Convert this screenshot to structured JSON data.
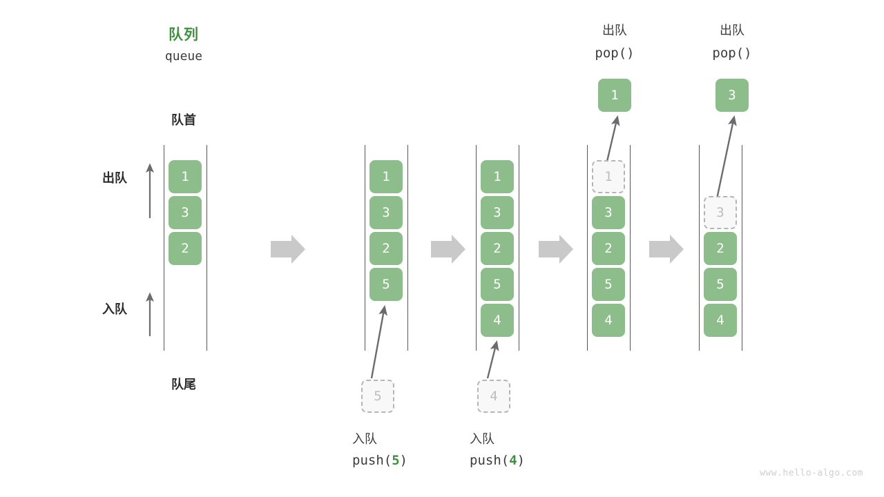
{
  "diagram": {
    "title_cn": "队列",
    "title_en": "queue",
    "front_label": "队首",
    "rear_label": "队尾",
    "dequeue_side_label": "出队",
    "enqueue_side_label": "入队",
    "watermark": "www.hello-algo.com",
    "colors": {
      "cell_fill": "#8cbd8b",
      "cell_text": "#ffffff",
      "ghost_fill": "#f8f8f8",
      "ghost_border": "#b5b5b5",
      "ghost_text": "#bdbdbd",
      "accent_green": "#3f9140",
      "rail": "#555555",
      "arrow": "#6b6b6b",
      "step_arrow": "#c9c9c9",
      "text": "#3c3c3c",
      "watermark": "#cfcfcf"
    }
  },
  "steps": [
    {
      "id": "initial",
      "header_cn": "队列",
      "header_code": "queue",
      "header_kind": "title",
      "cells": [
        {
          "value": "1",
          "state": "solid"
        },
        {
          "value": "3",
          "state": "solid"
        },
        {
          "value": "2",
          "state": "solid"
        }
      ],
      "start_slot": 0,
      "footer_cn": "",
      "footer_code": ""
    },
    {
      "id": "push-5",
      "header_cn": "",
      "header_code": "",
      "header_kind": "none",
      "cells": [
        {
          "value": "1",
          "state": "solid"
        },
        {
          "value": "3",
          "state": "solid"
        },
        {
          "value": "2",
          "state": "solid"
        },
        {
          "value": "5",
          "state": "solid"
        }
      ],
      "start_slot": 0,
      "incoming": {
        "value": "5",
        "state": "ghost"
      },
      "footer_cn": "入队",
      "footer_code_prefix": "push(",
      "footer_code_value": "5",
      "footer_code_suffix": ")"
    },
    {
      "id": "push-4",
      "header_cn": "",
      "header_code": "",
      "header_kind": "none",
      "cells": [
        {
          "value": "1",
          "state": "solid"
        },
        {
          "value": "3",
          "state": "solid"
        },
        {
          "value": "2",
          "state": "solid"
        },
        {
          "value": "5",
          "state": "solid"
        },
        {
          "value": "4",
          "state": "solid"
        }
      ],
      "start_slot": 0,
      "incoming": {
        "value": "4",
        "state": "ghost"
      },
      "footer_cn": "入队",
      "footer_code_prefix": "push(",
      "footer_code_value": "4",
      "footer_code_suffix": ")"
    },
    {
      "id": "pop-1",
      "header_cn": "出队",
      "header_code": "pop()",
      "header_kind": "op",
      "popped": {
        "value": "1",
        "state": "solid"
      },
      "cells": [
        {
          "value": "1",
          "state": "ghost"
        },
        {
          "value": "3",
          "state": "solid"
        },
        {
          "value": "2",
          "state": "solid"
        },
        {
          "value": "5",
          "state": "solid"
        },
        {
          "value": "4",
          "state": "solid"
        }
      ],
      "start_slot": 0,
      "footer_cn": "",
      "footer_code": ""
    },
    {
      "id": "pop-3",
      "header_cn": "出队",
      "header_code": "pop()",
      "header_kind": "op",
      "popped": {
        "value": "3",
        "state": "solid"
      },
      "cells": [
        {
          "value": "3",
          "state": "ghost"
        },
        {
          "value": "2",
          "state": "solid"
        },
        {
          "value": "5",
          "state": "solid"
        },
        {
          "value": "4",
          "state": "solid"
        }
      ],
      "start_slot": 1,
      "footer_cn": "",
      "footer_code": ""
    }
  ],
  "transitions": [
    {
      "from": "initial",
      "to": "push-5"
    },
    {
      "from": "push-5",
      "to": "push-4"
    },
    {
      "from": "push-4",
      "to": "pop-1"
    },
    {
      "from": "pop-1",
      "to": "pop-3"
    }
  ]
}
